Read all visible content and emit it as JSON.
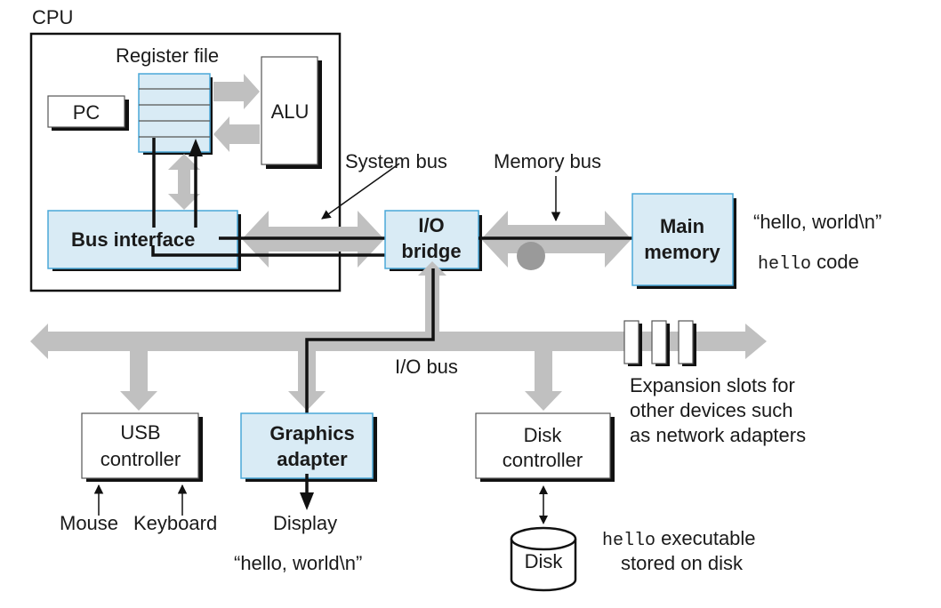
{
  "title": "Hardware organization of a typical system",
  "cpu": {
    "label": "CPU",
    "register_file_label": "Register file",
    "register_rows": 5,
    "pc_label": "PC",
    "alu_label": "ALU",
    "bus_interface_label": "Bus interface"
  },
  "buses": {
    "system_bus_label": "System bus",
    "memory_bus_label": "Memory bus",
    "io_bus_label": "I/O bus"
  },
  "io_bridge": {
    "line1": "I/O",
    "line2": "bridge"
  },
  "main_memory": {
    "line1": "Main",
    "line2": "memory",
    "annotation_string": "“hello, world\\n”",
    "annotation_code_mono": "hello",
    "annotation_code_rest": " code"
  },
  "usb_controller": {
    "line1": "USB",
    "line2": "controller",
    "inputs": [
      "Mouse",
      "Keyboard"
    ]
  },
  "graphics_adapter": {
    "line1": "Graphics",
    "line2": "adapter",
    "output_label": "Display",
    "output_string": "“hello, world\\n”"
  },
  "disk_controller": {
    "line1": "Disk",
    "line2": "controller"
  },
  "disk": {
    "label": "Disk",
    "annotation_mono": "hello",
    "annotation_rest": " executable",
    "annotation_line2": "stored on disk"
  },
  "expansion_slots": {
    "count": 3,
    "lines": [
      "Expansion slots for",
      "other devices such",
      "as network adapters"
    ]
  },
  "colors": {
    "bus_gray": "#c0c0c0",
    "highlight_blue": "#d9ebf5",
    "highlight_border": "#4aa8d8",
    "ink": "#111111"
  }
}
